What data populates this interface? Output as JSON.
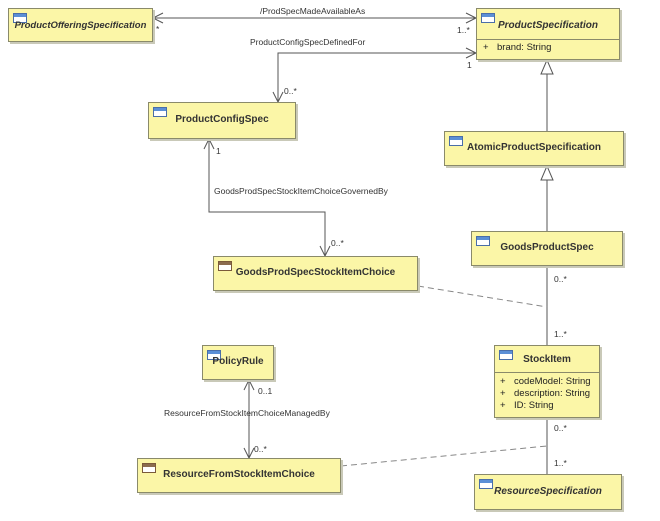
{
  "classes": {
    "product_offering_specification": {
      "name": "ProductOfferingSpecification"
    },
    "product_specification": {
      "name": "ProductSpecification",
      "attributes": [
        {
          "visibility": "+",
          "text": "brand: String"
        }
      ]
    },
    "product_config_spec": {
      "name": "ProductConfigSpec"
    },
    "atomic_product_specification": {
      "name": "AtomicProductSpecification"
    },
    "goods_product_spec": {
      "name": "GoodsProductSpec"
    },
    "goods_prod_spec_stock_item_choice": {
      "name": "GoodsProdSpecStockItemChoice"
    },
    "policy_rule": {
      "name": "PolicyRule"
    },
    "stock_item": {
      "name": "StockItem",
      "attributes": [
        {
          "visibility": "+",
          "text": "codeModel: String"
        },
        {
          "visibility": "+",
          "text": "description: String"
        },
        {
          "visibility": "+",
          "text": "ID: String"
        }
      ]
    },
    "resource_from_stock_item_choice": {
      "name": "ResourceFromStockItemChoice"
    },
    "resource_specification": {
      "name": "ResourceSpecification"
    }
  },
  "associations": {
    "prod_spec_made_available_as": {
      "label": "/ProdSpecMadeAvailableAs",
      "source_mult": "*",
      "target_mult": "1..*"
    },
    "product_config_spec_defined_for": {
      "label": "ProductConfigSpecDefinedFor",
      "source_mult": "0..*",
      "target_mult": "1"
    },
    "goods_prod_spec_stock_item_choice_governed_by": {
      "label": "GoodsProdSpecStockItemChoiceGovernedBy",
      "source_mult": "1",
      "target_mult": "0..*"
    },
    "goods_product_spec_stock_item": {
      "source_mult": "0..*",
      "target_mult": "1..*"
    },
    "resource_from_stock_item_choice_managed_by": {
      "label": "ResourceFromStockItemChoiceManagedBy",
      "source_mult": "0..1",
      "target_mult": "0..*"
    },
    "stock_item_resource_specification": {
      "source_mult": "0..*",
      "target_mult": "1..*"
    }
  }
}
